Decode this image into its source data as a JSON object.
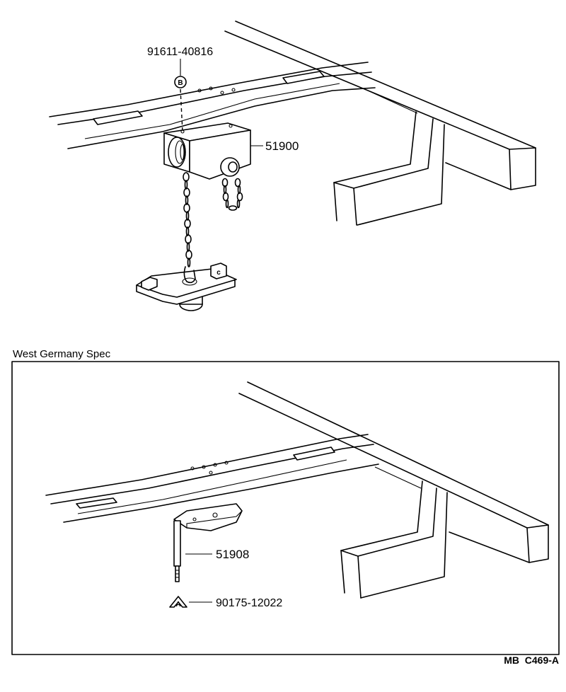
{
  "labels": {
    "top_bolt_part": "91611-40816",
    "bolt_marker": "B",
    "carrier_part": "51900",
    "section_title": "West Germany Spec",
    "tool_part": "51908",
    "nut_marker": "A",
    "nut_part": "90175-12022",
    "figure_code": "MB  C469-A"
  },
  "colors": {
    "line": "#000000",
    "background": "#ffffff"
  }
}
